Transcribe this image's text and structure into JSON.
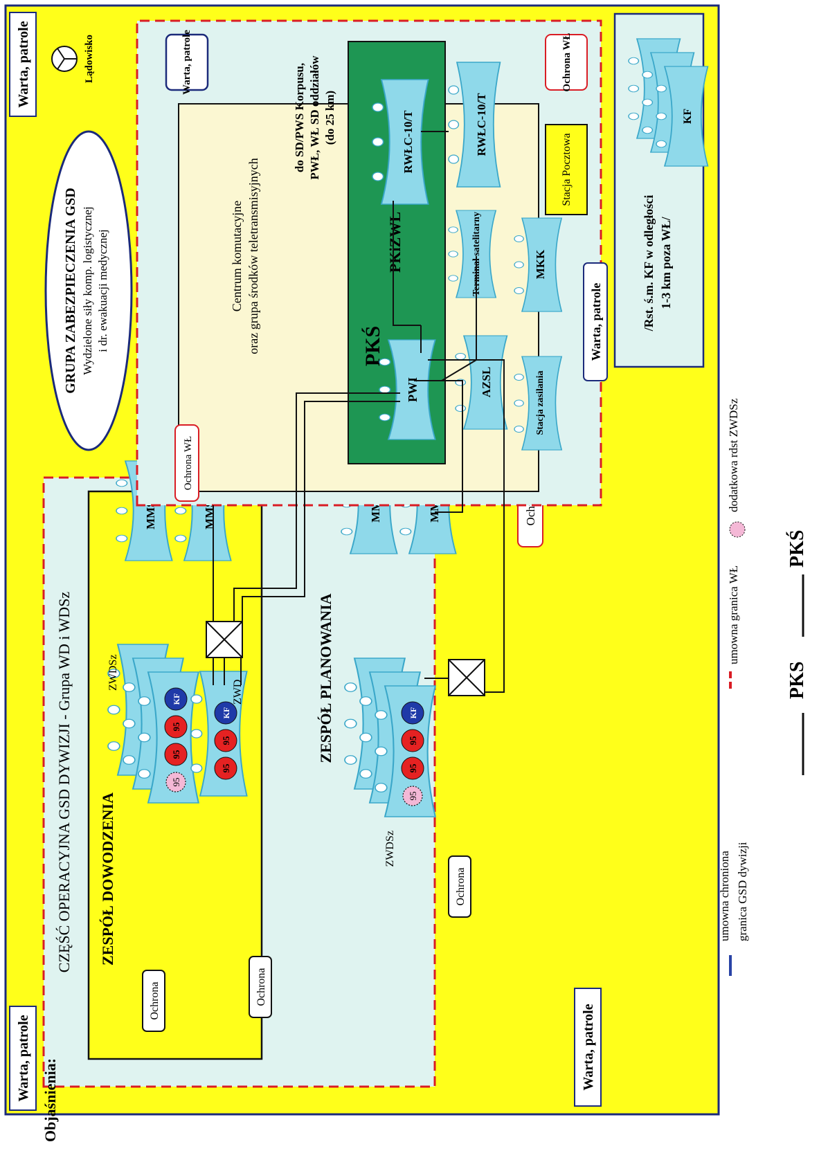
{
  "colors": {
    "background": "#ffff1a",
    "protected_area": "#dff3f0",
    "pks_zone": "#fbf7d2",
    "pkizwl_zone": "#1e9653",
    "vehicle": "#8fd9ea",
    "vehicle_stroke": "#3aa7c9",
    "red_boundary": "#d91c24",
    "badge_95": "#e52222",
    "badge_kf": "#1f3aa8",
    "badge_new": "#f4b8d6",
    "legend_blue": "#2943a6",
    "frame": "#1b2a7a"
  },
  "header": {
    "guard_top_left": "Warta, patrole",
    "guard_top_right": "Warta, patrole",
    "guard_bottom_left": "Warta, patrole"
  },
  "security_group": {
    "title": "GRUPA ZABEZPIECZENIA GSD",
    "line2": "Wydzielone siły komp. logistycznej",
    "line3": "i dr. ewakuacji medycznej"
  },
  "operational_group": {
    "title": "CZĘŚĆ OPERACYJNA GSD DYWIZJI - Grupa WD i WDSz",
    "command_team": "ZESPÓŁ DOWODZENIA",
    "planning_team": "ZESPÓŁ PLANOWANIA",
    "guard_bottom": "Warta, patrole",
    "guard_protection": "Ochrona WŁ",
    "ochrona_1": "Ochrona",
    "ochrona_2": "Ochrona",
    "ochrona_3": "Ochrona"
  },
  "vehicles": {
    "zwdsz": "ZWDSz",
    "zwd": "ZWD",
    "mmsd": "MMSD",
    "pwi": "PWI",
    "azsl": "AZSL",
    "stacja_zasilania": "Stacja zasilania",
    "terminal": "Terminal satelitarny",
    "mkk": "MKK",
    "rwlc1": "RWŁC-10/T",
    "rwlc2": "RWŁC-10/T",
    "kf": "KF"
  },
  "badges": {
    "b95": "95",
    "bkf": "KF"
  },
  "pks_zone": {
    "label": "PKŚ",
    "center_line1": "Centrum komutacyjne",
    "center_line2": "oraz grupa środków teletransmisyjnych",
    "pkizwl": "PKiZWL",
    "link_line1": "do SD/PWS Korpusu,",
    "link_line2": "PWŁ, WŁ SD oddziałów",
    "link_line3": "(do 25 km)",
    "post_office": "Stacja Pocztowa",
    "guard_right_top": "Warta, patrole",
    "guard_mid": "Warta, patrole",
    "ochrona_wl_left": "Ochrona WŁ",
    "ochrona_wl_right": "Ochrona WŁ",
    "landing": "Lądowisko"
  },
  "kf_box": {
    "line1": "/Rst. ś.m. KF w odległości",
    "line2": "1-3 km poza WŁ/"
  },
  "legend": {
    "title": "Objaśnienia:",
    "item1_line1": "umowna chroniona",
    "item1_line2": "granica GSD dywizji",
    "item2": "umowna granica WŁ",
    "item3": "dodatkowa rdst ZWDSz",
    "pks": "PKS",
    "pks2": "PKŚ"
  }
}
